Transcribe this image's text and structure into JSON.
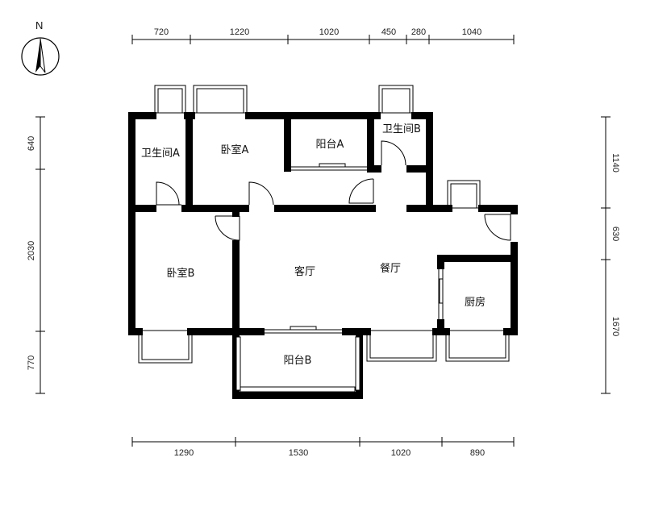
{
  "compass": {
    "label": "N"
  },
  "dimensions": {
    "top": [
      "720",
      "1220",
      "1020",
      "450",
      "280",
      "1040"
    ],
    "bottom": [
      "1290",
      "1530",
      "1020",
      "890"
    ],
    "left": [
      "640",
      "2030",
      "770"
    ],
    "right": [
      "1140",
      "630",
      "1670"
    ]
  },
  "rooms": {
    "bathroom_a": "卫生间A",
    "bedroom_a": "卧室A",
    "balcony_a": "阳台A",
    "bathroom_b": "卫生间B",
    "bedroom_b": "卧室B",
    "living_room": "客厅",
    "dining_room": "餐厅",
    "kitchen": "厨房",
    "balcony_b": "阳台B"
  }
}
